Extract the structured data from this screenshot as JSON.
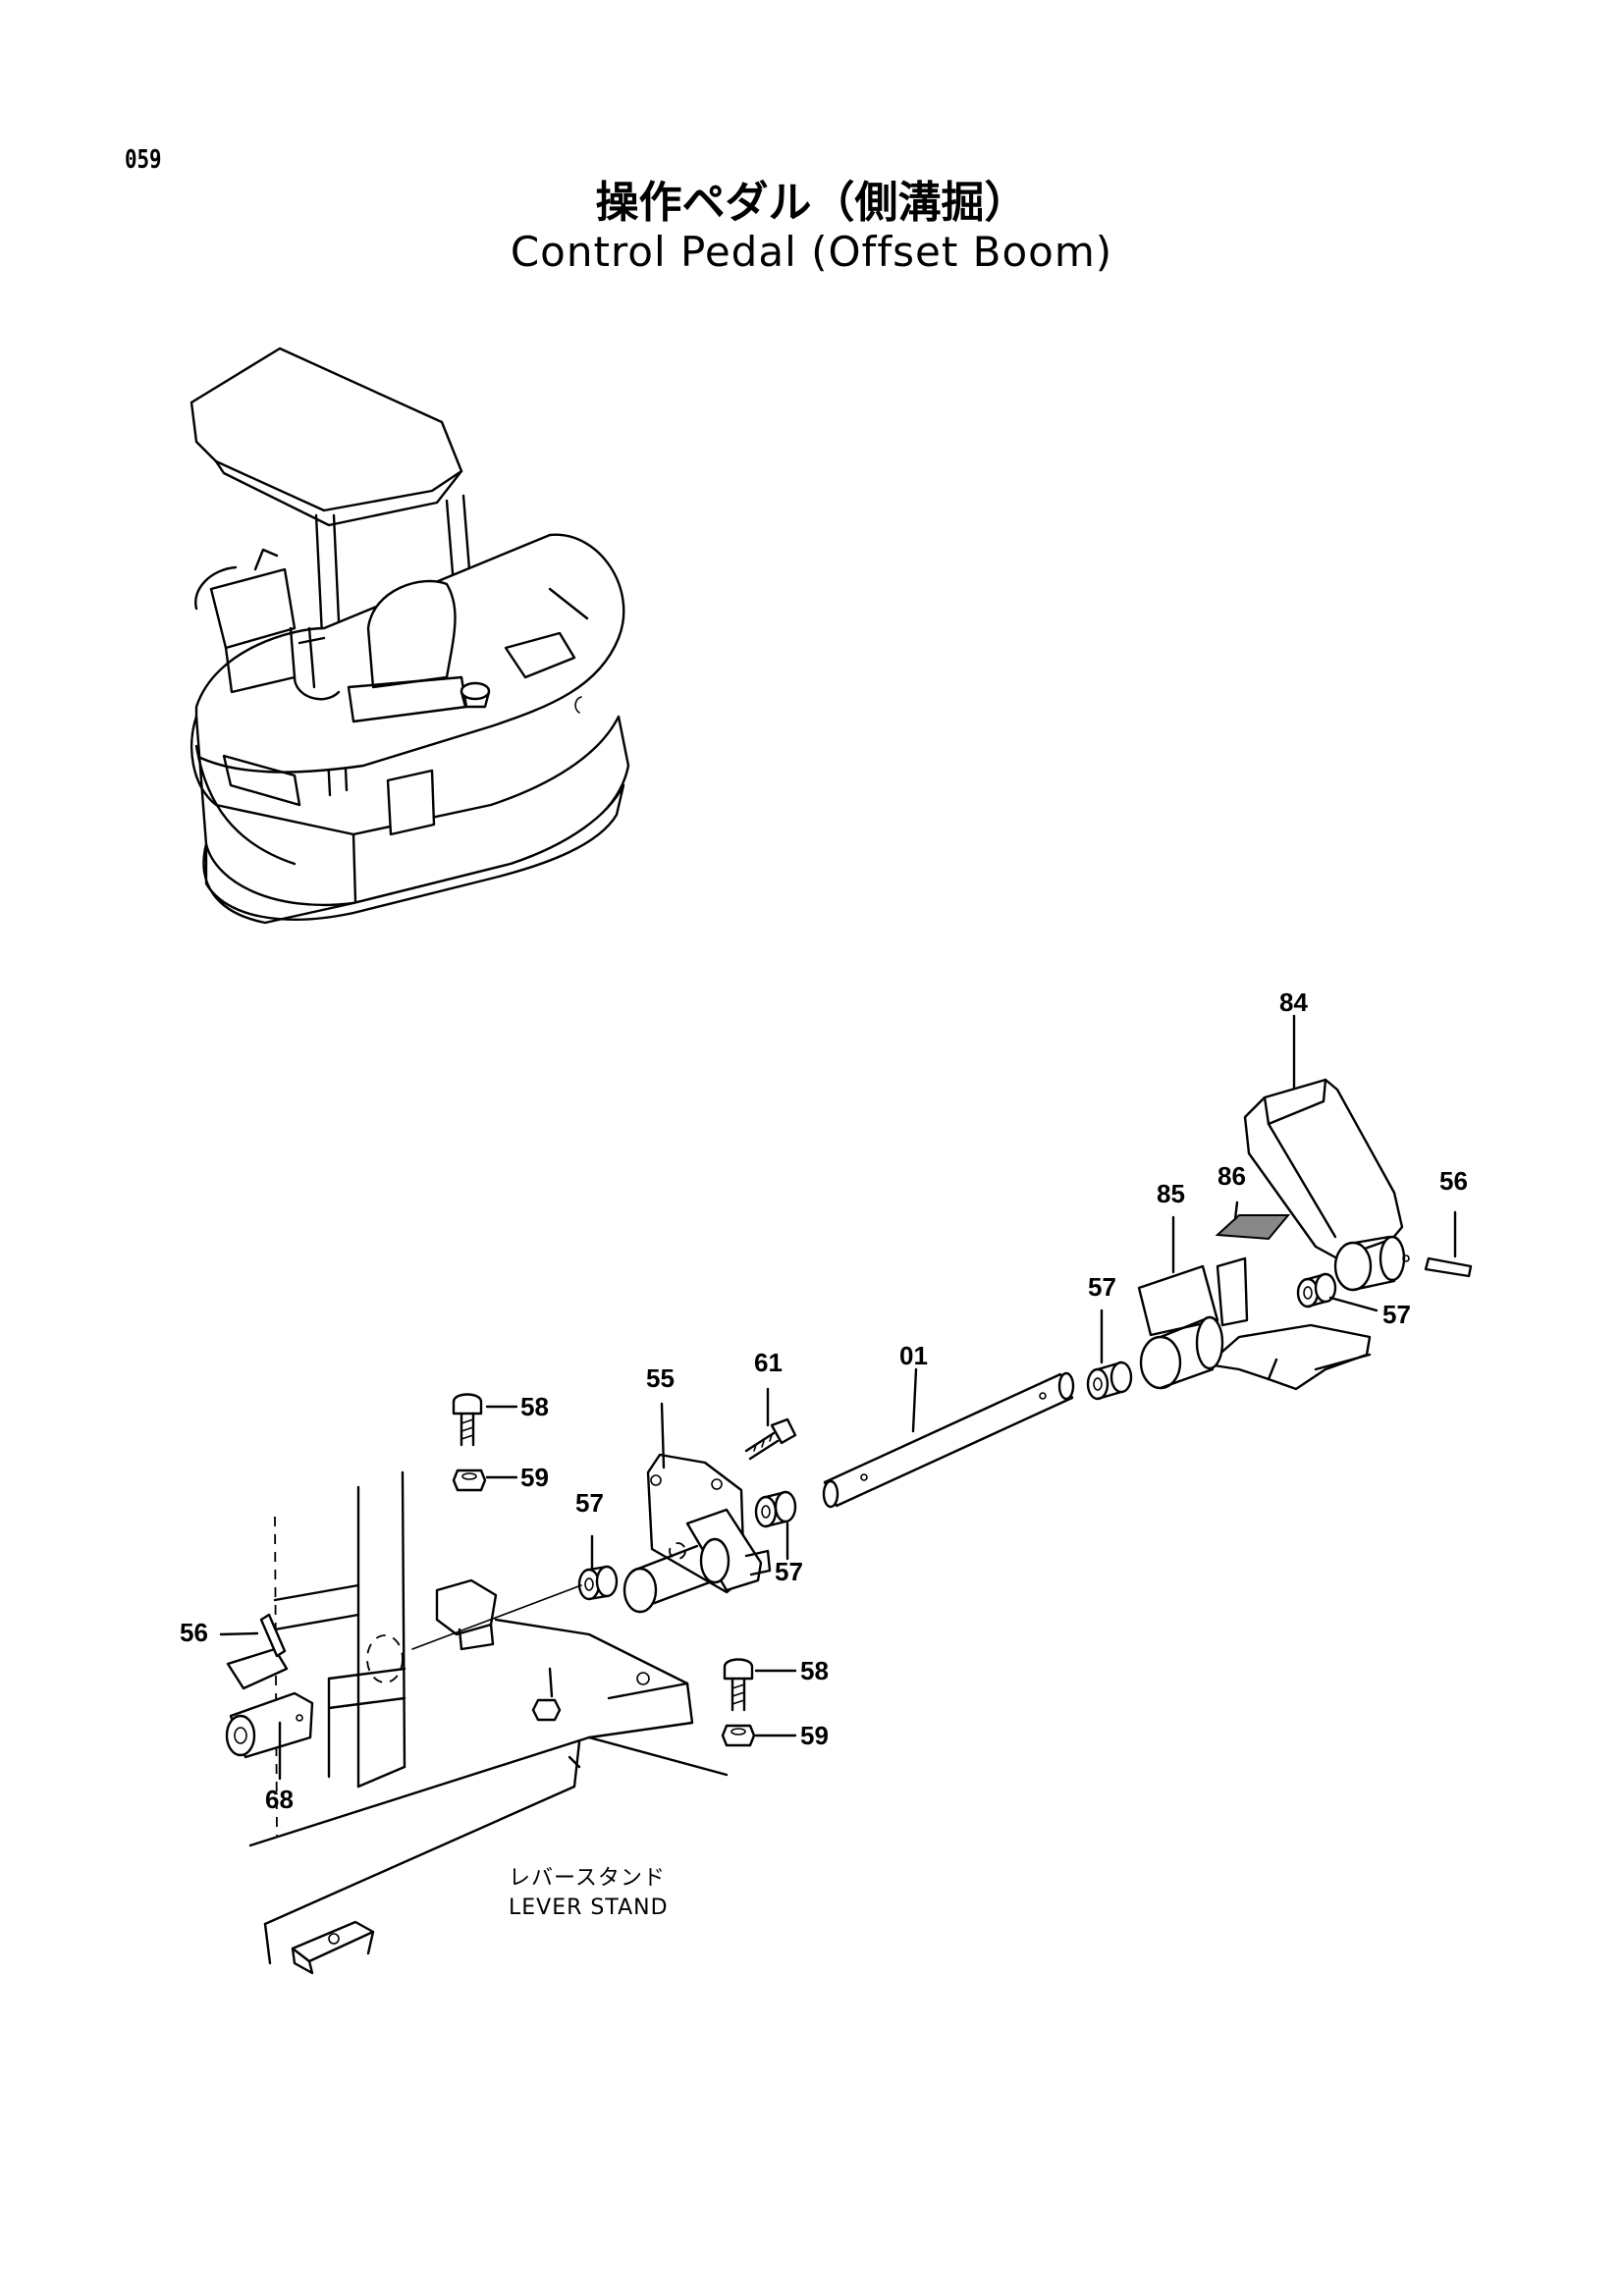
{
  "page": {
    "number": "059",
    "title_ja": "操作ペダル（側溝掘）",
    "title_en": "Control Pedal (Offset Boom)"
  },
  "callouts": {
    "c84": "84",
    "c86": "86",
    "c85": "85",
    "c56_right": "56",
    "c57_a": "57",
    "c57_b": "57",
    "c01": "01",
    "c61": "61",
    "c55": "55",
    "c58_top": "58",
    "c59_top": "59",
    "c57_c": "57",
    "c57_d": "57",
    "c56_left": "56",
    "c68": "68",
    "c58_bottom": "58",
    "c59_bottom": "59"
  },
  "labels": {
    "lever_stand_ja": "レバースタンド",
    "lever_stand_en": "LEVER STAND"
  }
}
